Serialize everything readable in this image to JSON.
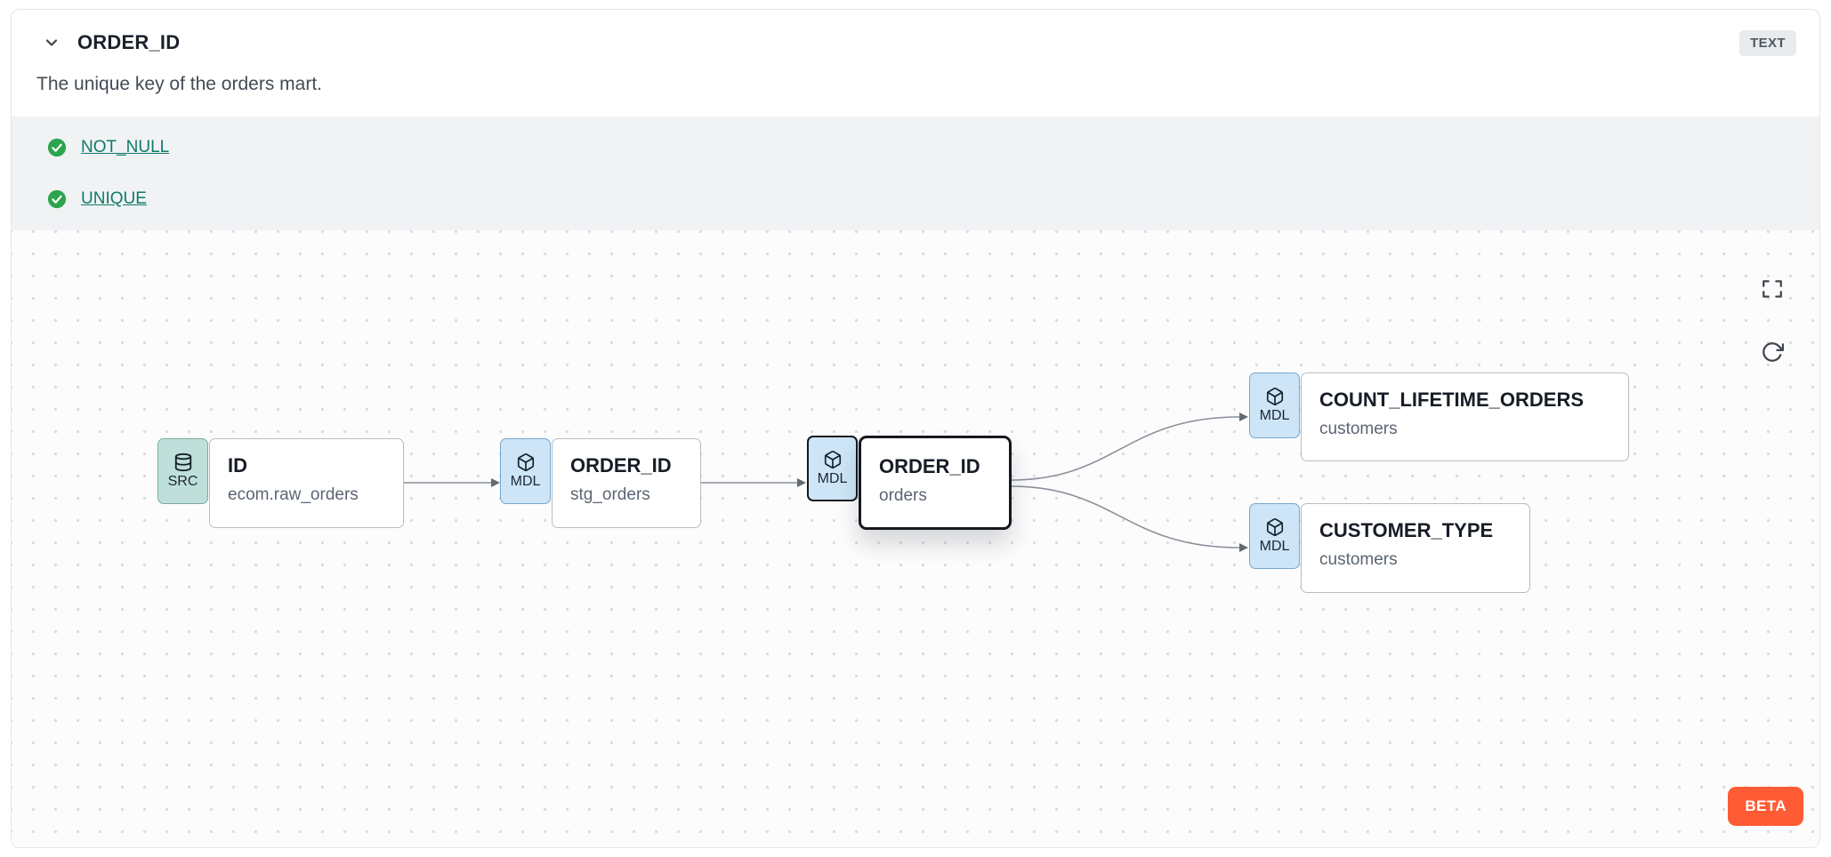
{
  "header": {
    "title": "ORDER_ID",
    "type_badge": "TEXT",
    "description": "The unique key of the orders mart."
  },
  "tests": {
    "items": [
      {
        "label": "NOT_NULL",
        "status": "pass"
      },
      {
        "label": "UNIQUE",
        "status": "pass"
      }
    ]
  },
  "lineage": {
    "nodes": [
      {
        "badge": "SRC",
        "title": "ID",
        "subtitle": "ecom.raw_orders",
        "kind": "source",
        "selected": false
      },
      {
        "badge": "MDL",
        "title": "ORDER_ID",
        "subtitle": "stg_orders",
        "kind": "model",
        "selected": false
      },
      {
        "badge": "MDL",
        "title": "ORDER_ID",
        "subtitle": "orders",
        "kind": "model",
        "selected": true
      },
      {
        "badge": "MDL",
        "title": "COUNT_LIFETIME_ORDERS",
        "subtitle": "customers",
        "kind": "model",
        "selected": false
      },
      {
        "badge": "MDL",
        "title": "CUSTOMER_TYPE",
        "subtitle": "customers",
        "kind": "model",
        "selected": false
      }
    ]
  },
  "footer": {
    "beta_label": "BETA"
  },
  "icons": {
    "header_collapse": "chevron-down",
    "test_status": "check-circle",
    "source_node": "database",
    "model_node": "cube",
    "canvas_controls": [
      "fullscreen",
      "refresh"
    ]
  },
  "colors": {
    "accent_orange": "#ff5c35",
    "test_pass_green": "#2da44e",
    "link_teal": "#0f7b68",
    "model_badge_blue": "#cde5f6",
    "source_badge_teal": "#bfe0da",
    "tests_band_gray": "#f0f2f4"
  }
}
